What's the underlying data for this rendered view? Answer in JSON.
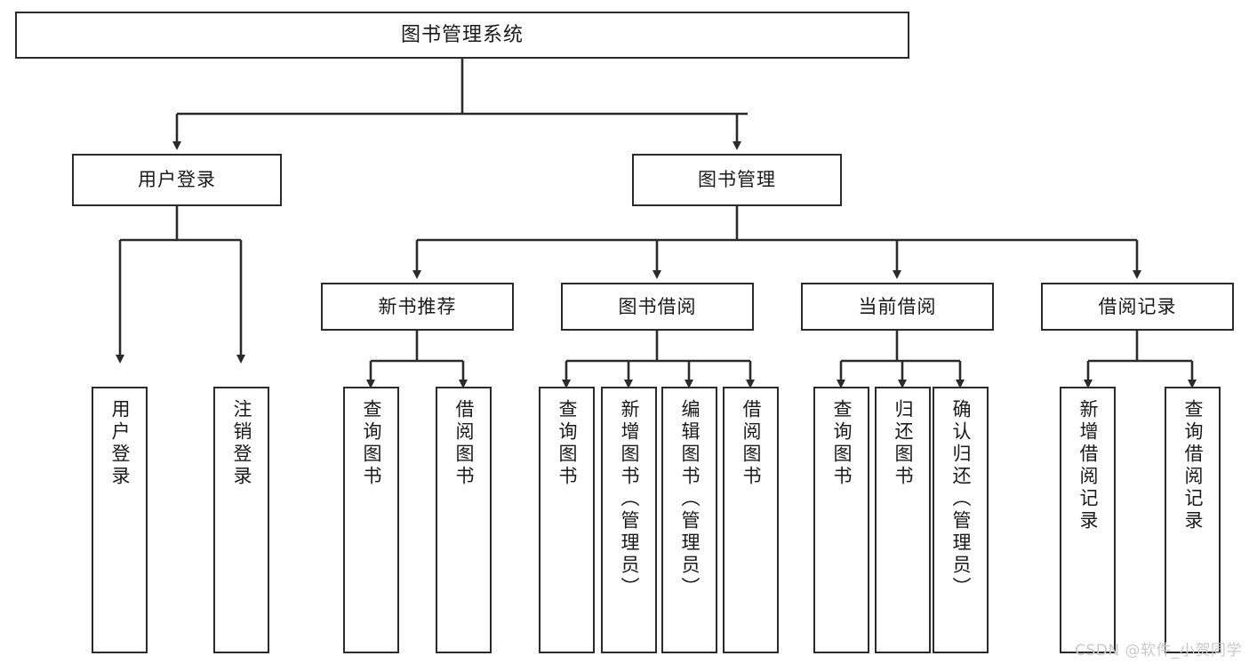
{
  "diagram": {
    "title": "图书管理系统",
    "type": "hierarchy-tree",
    "background_color": "#ffffff",
    "border_color": "#2b2b2b",
    "text_color": "#1a1a1a",
    "root": {
      "label": "图书管理系统"
    },
    "level1": [
      {
        "label": "用户登录"
      },
      {
        "label": "图书管理"
      }
    ],
    "level2": [
      {
        "label": "新书推荐"
      },
      {
        "label": "图书借阅"
      },
      {
        "label": "当前借阅"
      },
      {
        "label": "借阅记录"
      }
    ],
    "leaves": {
      "user_login": [
        {
          "label": "用户登录"
        },
        {
          "label": "注销登录"
        }
      ],
      "new_book_recommend": [
        {
          "label": "查询图书"
        },
        {
          "label": "借阅图书"
        }
      ],
      "book_borrow": [
        {
          "label": "查询图书"
        },
        {
          "label": "新增图书（管理员）"
        },
        {
          "label": "编辑图书（管理员）"
        },
        {
          "label": "借阅图书"
        }
      ],
      "current_borrow": [
        {
          "label": "查询图书"
        },
        {
          "label": "归还图书"
        },
        {
          "label": "确认归还（管理员）"
        }
      ],
      "borrow_record": [
        {
          "label": "新增借阅记录"
        },
        {
          "label": "查询借阅记录"
        }
      ]
    }
  },
  "watermark": {
    "text": "CSDN @软件_小贺同学"
  }
}
